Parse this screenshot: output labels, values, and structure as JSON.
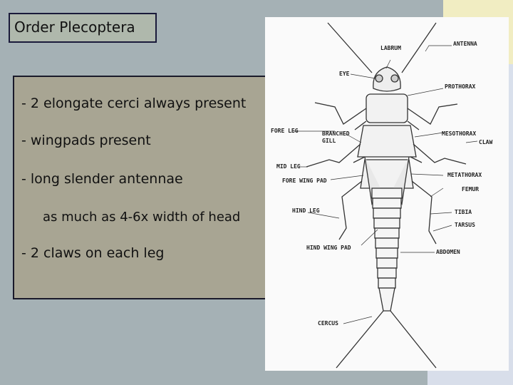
{
  "slide": {
    "title": "Order Plecoptera",
    "bullets": [
      "- 2 elongate cerci always present",
      "- wingpads present",
      "- long slender antennae",
      "as much as 4-6x width of head",
      "- 2 claws on each leg"
    ]
  },
  "figure": {
    "labels": {
      "labrum": "LABRUM",
      "antenna": "ANTENNA",
      "eye": "EYE",
      "prothorax": "PROTHORAX",
      "fore_leg": "FORE LEG",
      "branched_gill_1": "BRANCHED",
      "branched_gill_2": "GILL",
      "mesothorax": "MESOTHORAX",
      "claw": "CLAW",
      "mid_leg": "MID LEG",
      "fore_wing_pad": "FORE WING PAD",
      "metathorax": "METATHORAX",
      "femur": "FEMUR",
      "hind_leg": "HIND LEG",
      "tibia": "TIBIA",
      "tarsus": "TARSUS",
      "hind_wing_pad": "HIND WING PAD",
      "abdomen": "ABDOMEN",
      "cercus": "CERCUS"
    }
  },
  "colors": {
    "background": "#a5b1b5",
    "title_box": "#afb8ac",
    "text_box": "#a8a593",
    "figure_bg": "#fafafa"
  }
}
